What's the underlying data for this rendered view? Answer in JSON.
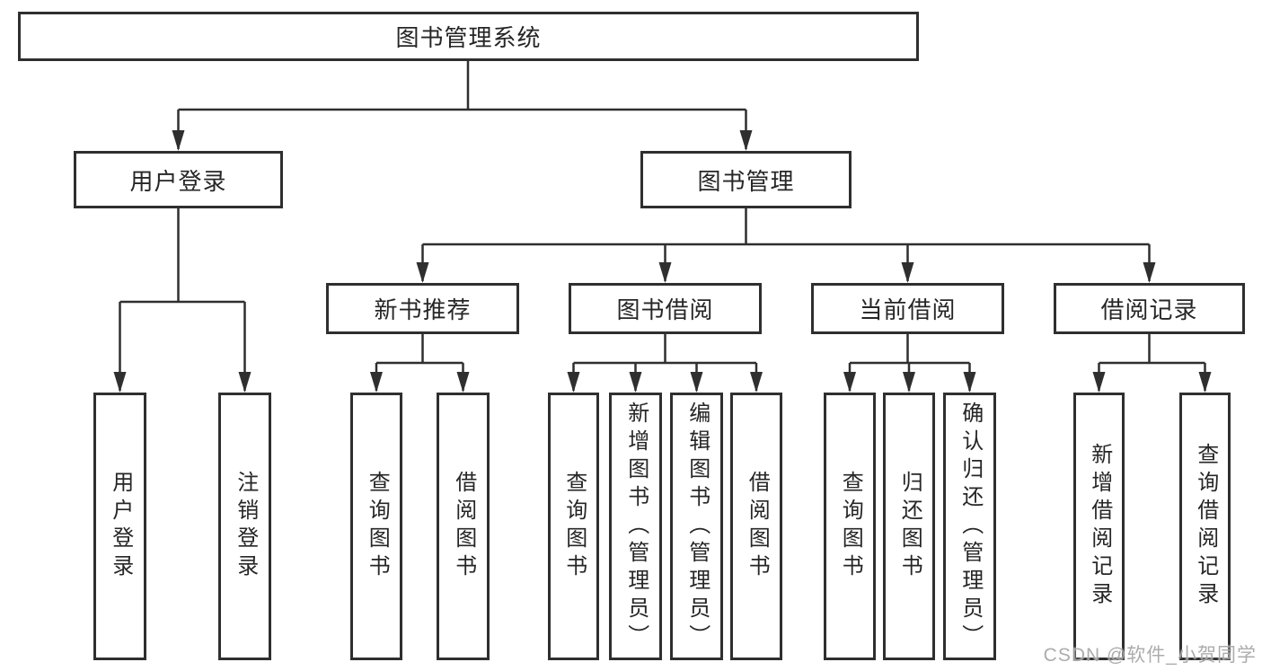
{
  "diagram_type": "hierarchy-flowchart",
  "tree": {
    "root": {
      "label": "图书管理系统"
    },
    "children": [
      {
        "label": "用户登录",
        "children": [
          {
            "label": "用户登录"
          },
          {
            "label": "注销登录"
          }
        ]
      },
      {
        "label": "图书管理",
        "children": [
          {
            "label": "新书推荐",
            "children": [
              {
                "label": "查询图书"
              },
              {
                "label": "借阅图书"
              }
            ]
          },
          {
            "label": "图书借阅",
            "children": [
              {
                "label": "查询图书"
              },
              {
                "label": "新增图书（管理员）"
              },
              {
                "label": "编辑图书（管理员）"
              },
              {
                "label": "借阅图书"
              }
            ]
          },
          {
            "label": "当前借阅",
            "children": [
              {
                "label": "查询图书"
              },
              {
                "label": "归还图书"
              },
              {
                "label": "确认归还（管理员）"
              }
            ]
          },
          {
            "label": "借阅记录",
            "children": [
              {
                "label": "新增借阅记录"
              },
              {
                "label": "查询借阅记录"
              }
            ]
          }
        ]
      }
    ]
  },
  "watermark": {
    "text": "CSDN @软件_小贺同学"
  },
  "colors": {
    "line": "#2f2f2f",
    "box_border": "#2f2f2f",
    "text": "#262626",
    "background": "#ffffff",
    "watermark": "#9e9e9e"
  }
}
